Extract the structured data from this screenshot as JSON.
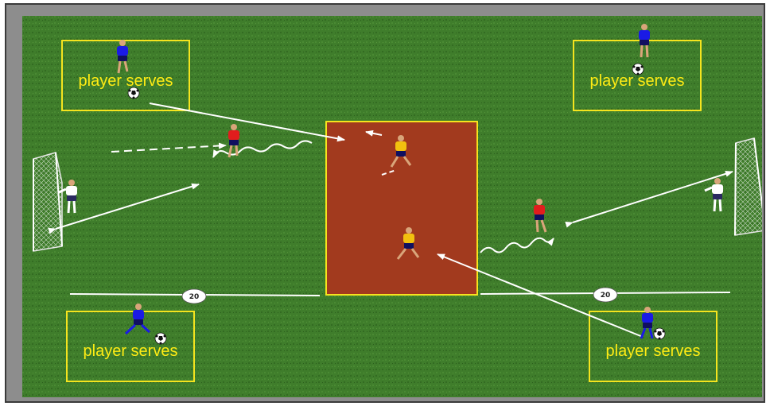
{
  "colors": {
    "grass": "#3d7a2a",
    "grass_dark": "#2e6320",
    "zone_fill": "#a13a1c",
    "zone_border": "#f5e41e",
    "box_border": "#f5e41e",
    "line": "#ffffff",
    "team_blue": "#1a1ae6",
    "team_red": "#e11d1d",
    "team_yellow": "#f2c10f",
    "keeper": "#ffffff"
  },
  "serve_boxes": [
    {
      "label": "player serves"
    },
    {
      "label": "player serves"
    },
    {
      "label": "player serves"
    },
    {
      "label": "player serves"
    }
  ],
  "distance_markers": [
    {
      "label": "20"
    },
    {
      "label": "20"
    }
  ],
  "icons": [
    "goal-icon",
    "ball-icon",
    "player-icon",
    "pass-arrow-icon",
    "dribble-arrow-icon"
  ]
}
